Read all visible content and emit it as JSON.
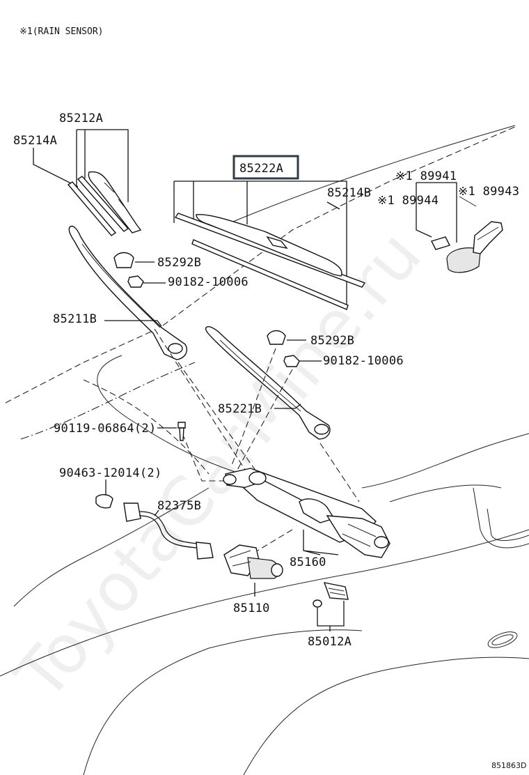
{
  "note": "※1(RAIN SENSOR)",
  "diagram_code": "851863D",
  "watermark": "ToyotaCarMine.ru",
  "highlight_color": "#2e3c4a",
  "parts": {
    "p85212A": "85212A",
    "p85214A": "85214A",
    "p85222A": "85222A",
    "p85214B": "85214B",
    "p89941": "※1 89941",
    "p89944": "※1 89944",
    "p89943": "※1 89943",
    "p85292B_1": "85292B",
    "p90182_1": "90182-10006",
    "p85211B": "85211B",
    "p85292B_2": "85292B",
    "p90182_2": "90182-10006",
    "p85221B": "85221B",
    "p90119": "90119-06864(2)",
    "p90463": "90463-12014(2)",
    "p82375B": "82375B",
    "p85160": "85160",
    "p85110": "85110",
    "p85012A": "85012A"
  }
}
